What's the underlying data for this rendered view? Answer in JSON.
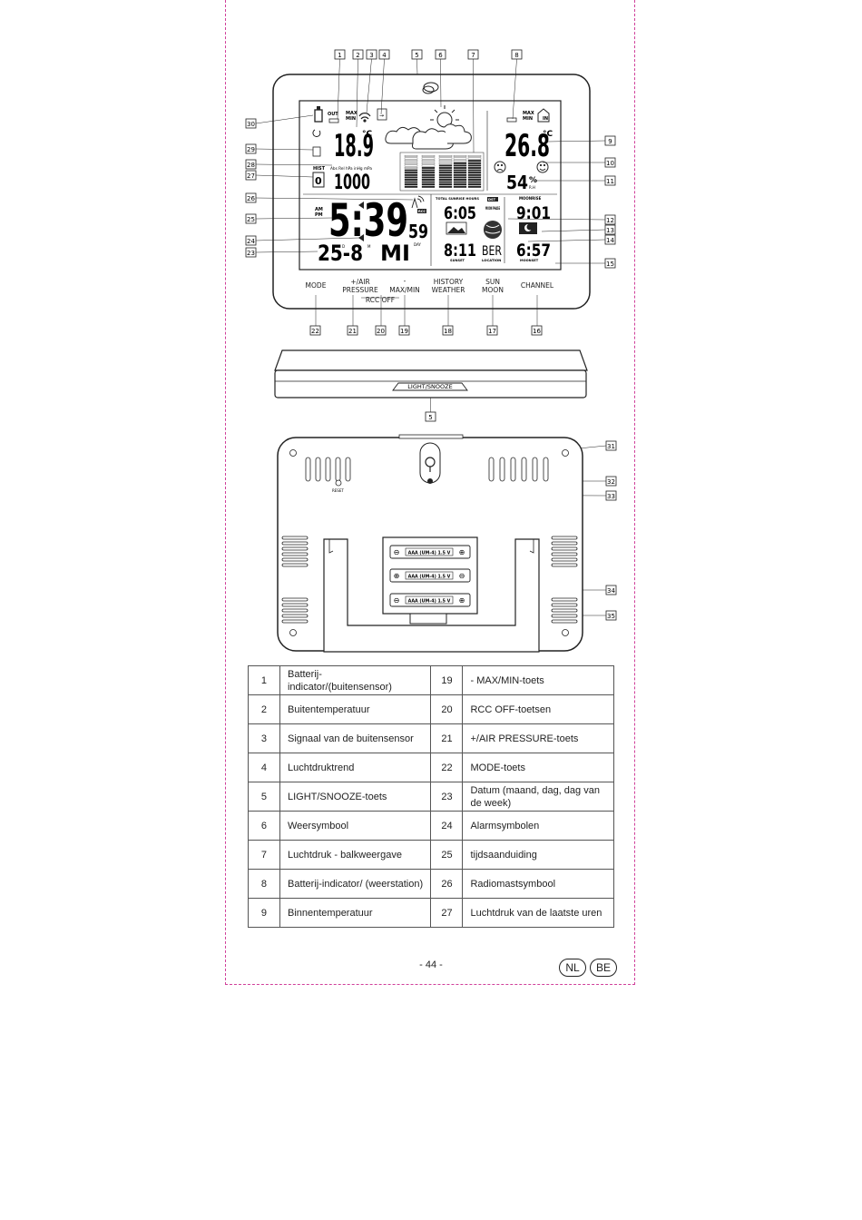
{
  "callouts_top": [
    "1",
    "2",
    "3",
    "4",
    "5",
    "6",
    "7",
    "8"
  ],
  "callouts_left": [
    "30",
    "29",
    "28",
    "27",
    "26",
    "25",
    "24",
    "23"
  ],
  "callouts_right": [
    "9",
    "10",
    "11",
    "12",
    "13",
    "14",
    "15"
  ],
  "callouts_bottom": [
    "22",
    "21",
    "20",
    "19",
    "18",
    "17",
    "16"
  ],
  "callout_snooze": "5",
  "callouts_back": [
    "31",
    "32",
    "33",
    "34",
    "35"
  ],
  "lcd": {
    "out_label": "OUT",
    "in_label": "IN",
    "max_label": "MAX",
    "min_label": "MIN",
    "outdoor_temp": "18.9",
    "deg_c": "°C",
    "indoor_temp": "26.8",
    "humidity": "54",
    "rh_unit": "%",
    "rh_label": "R.H",
    "hist_label": "HIST",
    "hist_value": "0",
    "pressure_label": "Abs Rel hPa inHg mPa",
    "pressure_value": "1000",
    "am_label": "AM",
    "pm_label": "PM",
    "time": "5:39",
    "seconds": "59",
    "rcc_label": "RCC",
    "date": "25-8",
    "date_d": "D",
    "date_m": "M",
    "weekday": "MI",
    "day_label": "DAY",
    "sun_header": "TOTAL SUNRISE HOURS",
    "dst_label": "DST",
    "sunrise": "6:05",
    "sunset": "8:11",
    "sunset_label": "SUNSET",
    "moon_phase_label": "MOON PHASE",
    "moonrise_label": "MOONRISE",
    "moonrise": "9:01",
    "moonset": "6:57",
    "moonset_label": "MOONSET",
    "location_code": "BER",
    "location_label": "LOCATION"
  },
  "buttons": {
    "mode": "MODE",
    "plus_air_1": "+/AIR",
    "plus_air_2": "PRESSURE",
    "minus": "-",
    "max_min": "MAX/MIN",
    "rcc_off": "RCC OFF",
    "history_1": "HISTORY",
    "history_2": "WEATHER",
    "sun_1": "SUN",
    "sun_2": "MOON",
    "channel": "CHANNEL",
    "light_snooze": "LIGHT/SNOOZE",
    "reset": "RESET"
  },
  "battery_label": "AAA (UM-4) 1.5 V",
  "parts": [
    {
      "n": "1",
      "desc": "Batterij-indicator/(buitensensor)",
      "n2": "19",
      "desc2": "- MAX/MIN-toets"
    },
    {
      "n": "2",
      "desc": "Buitentemperatuur",
      "n2": "20",
      "desc2": "RCC OFF-toetsen"
    },
    {
      "n": "3",
      "desc": "Signaal van de buitensensor",
      "n2": "21",
      "desc2": "+/AIR PRESSURE-toets"
    },
    {
      "n": "4",
      "desc": "Luchtdruktrend",
      "n2": "22",
      "desc2": "MODE-toets"
    },
    {
      "n": "5",
      "desc": "LIGHT/SNOOZE-toets",
      "n2": "23",
      "desc2": "Datum (maand, dag, dag van de week)"
    },
    {
      "n": "6",
      "desc": "Weersymbool",
      "n2": "24",
      "desc2": "Alarmsymbolen"
    },
    {
      "n": "7",
      "desc": "Luchtdruk - balkweergave",
      "n2": "25",
      "desc2": "tijdsaanduiding"
    },
    {
      "n": "8",
      "desc": "Batterij-indicator/ (weerstation)",
      "n2": "26",
      "desc2": "Radiomastsymbool"
    },
    {
      "n": "9",
      "desc": "Binnentemperatuur",
      "n2": "27",
      "desc2": "Luchtdruk van de laatste uren"
    }
  ],
  "footer": {
    "page": "- 44 -",
    "badge1": "NL",
    "badge2": "BE"
  }
}
